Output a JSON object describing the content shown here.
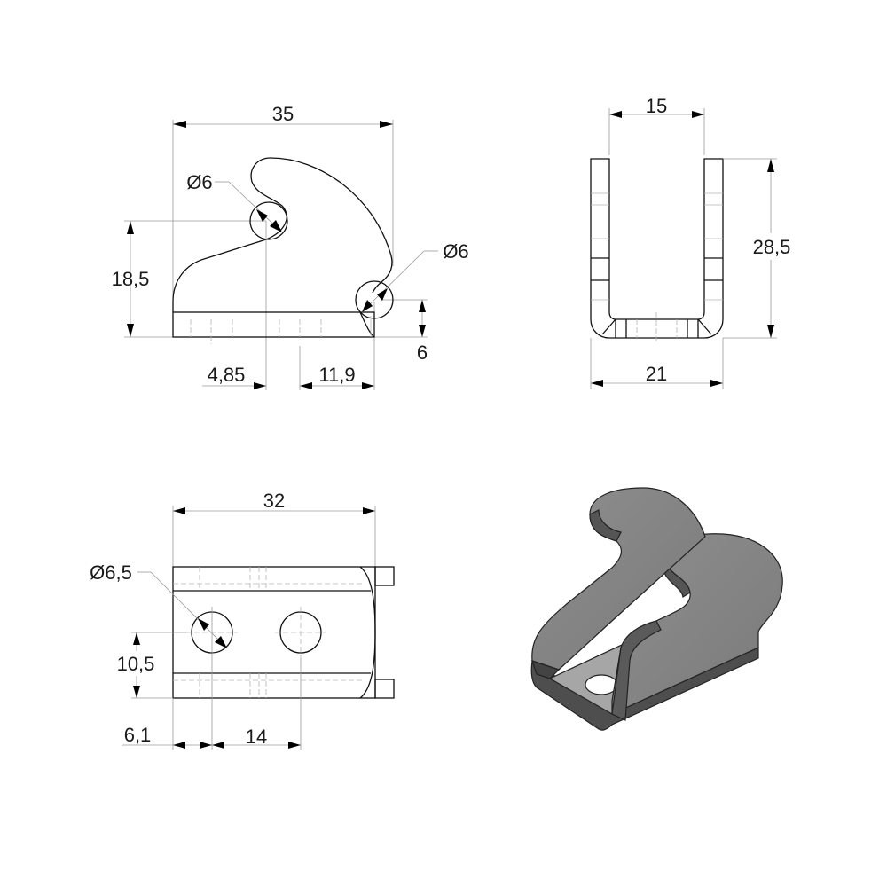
{
  "drawing": {
    "views": {
      "front": {
        "label": "front-view",
        "dimensions": {
          "width": "35",
          "hook_height": "18,5",
          "hook_hole_dia": "Ø6",
          "lower_hole_dia": "Ø6",
          "lower_hole_height": "6",
          "hook_offset": "4,85",
          "lower_offset": "11,9"
        }
      },
      "side": {
        "label": "side-view",
        "dimensions": {
          "inner_width": "15",
          "height": "28,5",
          "outer_width": "21"
        }
      },
      "top": {
        "label": "top-view",
        "dimensions": {
          "length": "32",
          "hole_dia": "Ø6,5",
          "hole_y": "10,5",
          "hole_x": "6,1",
          "hole_spacing": "14"
        }
      },
      "isometric": {
        "label": "isometric-view",
        "colors": {
          "face_light": "#8a8a8a",
          "face_dark": "#5c5c5c",
          "edge_shade": "#4a4a4a",
          "base_light": "#a8a8a8"
        }
      }
    }
  }
}
